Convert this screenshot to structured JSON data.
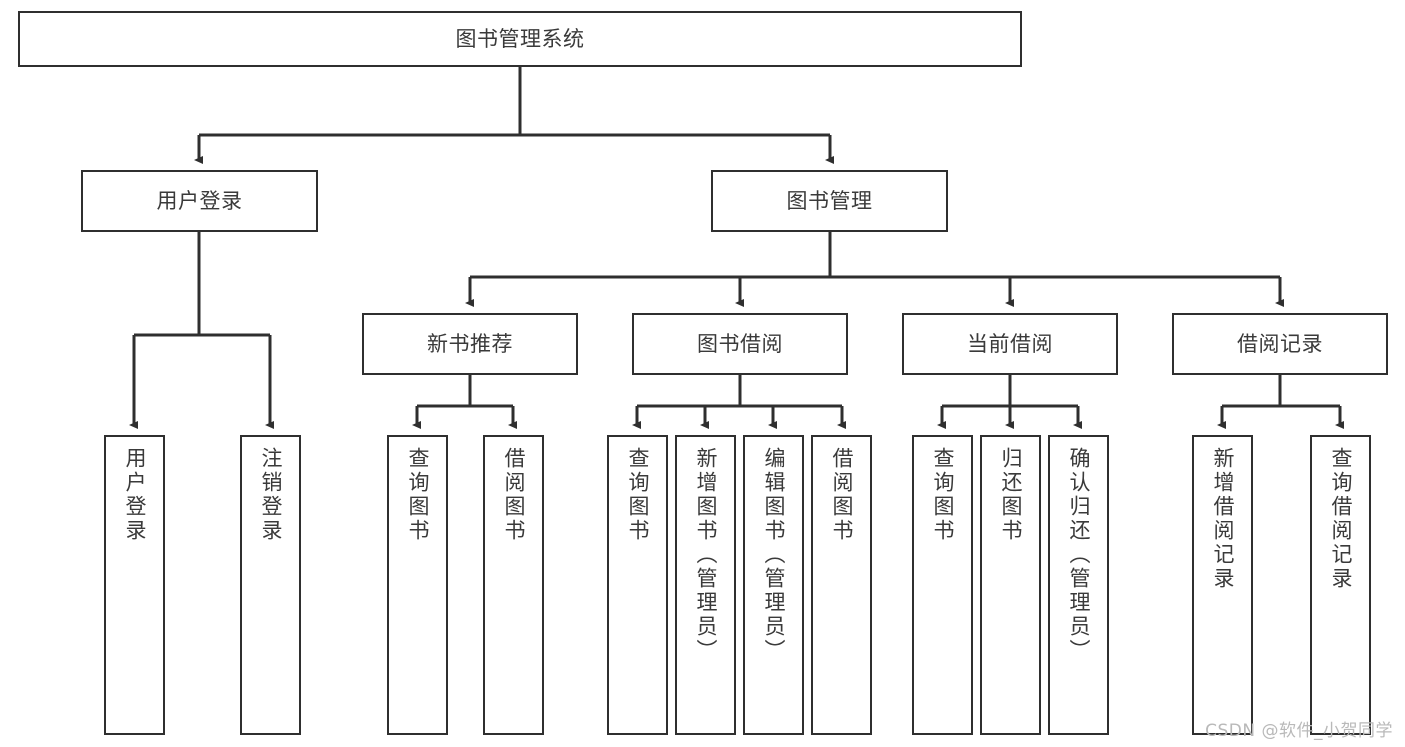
{
  "diagram": {
    "type": "tree-hierarchy",
    "title": "图书管理系统",
    "orientation": "top-down",
    "colors": {
      "box_border": "#2f2f2f",
      "box_fill": "#ffffff",
      "text": "#3a3a3a",
      "edge": "#2f2f2f",
      "watermark": "#b9b9b9",
      "background": "#ffffff"
    }
  },
  "root": {
    "label": "图书管理系统"
  },
  "level2": [
    {
      "label": "用户登录"
    },
    {
      "label": "图书管理"
    }
  ],
  "level3": [
    {
      "label": "新书推荐"
    },
    {
      "label": "图书借阅"
    },
    {
      "label": "当前借阅"
    },
    {
      "label": "借阅记录"
    }
  ],
  "leaves": {
    "user_login": [
      {
        "label": "用户登录"
      },
      {
        "label": "注销登录"
      }
    ],
    "new_books": [
      {
        "label": "查询图书"
      },
      {
        "label": "借阅图书"
      }
    ],
    "book_borrow": [
      {
        "label": "查询图书"
      },
      {
        "label": "新增图书（管理员）"
      },
      {
        "label": "编辑图书（管理员）"
      },
      {
        "label": "借阅图书"
      }
    ],
    "current_borrow": [
      {
        "label": "查询图书"
      },
      {
        "label": "归还图书"
      },
      {
        "label": "确认归还（管理员）"
      }
    ],
    "borrow_records": [
      {
        "label": "新增借阅记录"
      },
      {
        "label": "查询借阅记录"
      }
    ]
  },
  "watermark": {
    "text": "CSDN @软件_小贺同学"
  }
}
